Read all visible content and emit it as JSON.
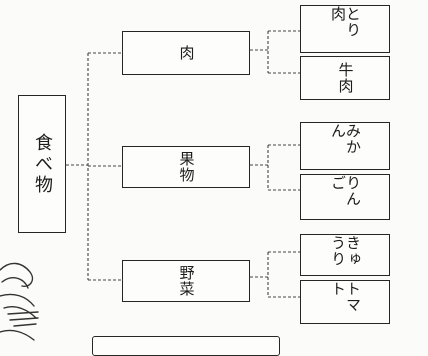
{
  "diagram": {
    "root": {
      "label": "食べ物"
    },
    "categories": [
      {
        "label": "肉",
        "items": [
          "とり肉",
          "牛肉"
        ]
      },
      {
        "label": "果物",
        "items": [
          "みかん",
          "りんご"
        ]
      },
      {
        "label": "野菜",
        "items": [
          "きゅうり",
          "トマト"
        ]
      }
    ]
  }
}
